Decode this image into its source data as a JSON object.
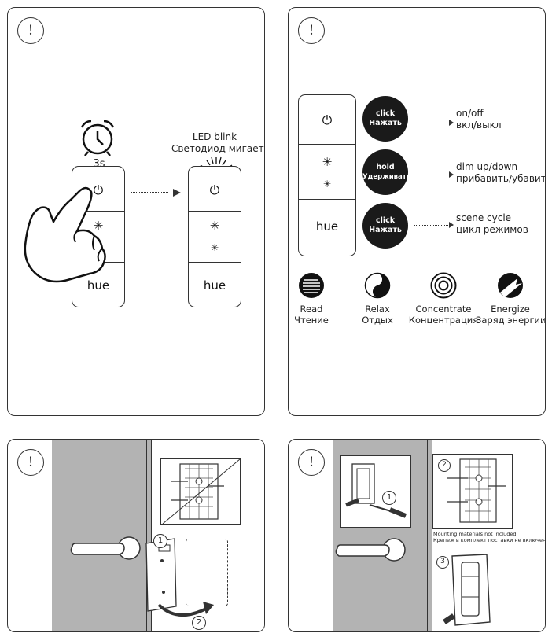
{
  "panel1": {
    "warning": "!",
    "hold_time": "3s",
    "led_blink_en": "LED blink",
    "led_blink_ru": "Светодиод мигает",
    "remote_brand": "hue"
  },
  "panel2": {
    "warning": "!",
    "remote_brand": "hue",
    "actions": [
      {
        "btn_en": "click",
        "btn_ru": "Нажать",
        "desc_en": "on/off",
        "desc_ru": "вкл/выкл"
      },
      {
        "btn_en": "hold",
        "btn_ru": "Удерживать",
        "desc_en": "dim up/down",
        "desc_ru": "прибавить/убавить"
      },
      {
        "btn_en": "click",
        "btn_ru": "Нажать",
        "desc_en": "scene cycle",
        "desc_ru": "цикл режимов"
      }
    ],
    "modes": [
      {
        "icon": "read-icon",
        "en": "Read",
        "ru": "Чтение"
      },
      {
        "icon": "relax-icon",
        "en": "Relax",
        "ru": "Отдых"
      },
      {
        "icon": "concentrate-icon",
        "en": "Concentrate",
        "ru": "Концентрация"
      },
      {
        "icon": "energize-icon",
        "en": "Energize",
        "ru": "Заряд энергии"
      }
    ]
  },
  "panel3": {
    "warning": "!",
    "step1": "1",
    "step2": "2"
  },
  "panel4": {
    "warning": "!",
    "step1": "1",
    "step2": "2",
    "step3": "3",
    "note_en": "Mounting materials not included.",
    "note_ru": "Крепеж в комплект поставки не включен"
  }
}
